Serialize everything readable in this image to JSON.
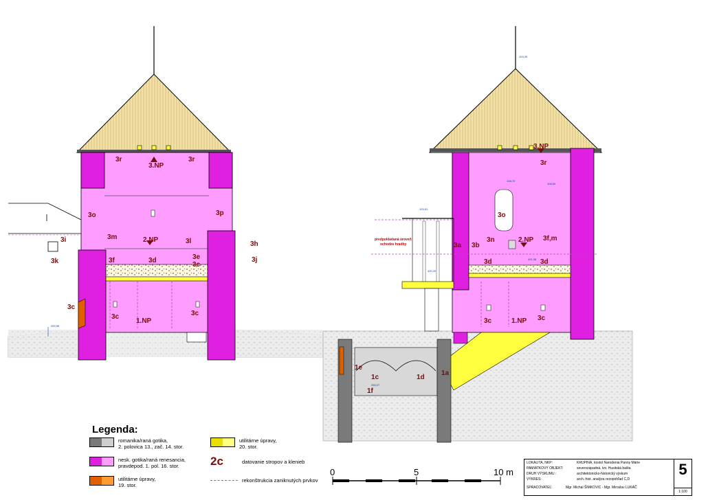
{
  "left_section": {
    "labels": {
      "r1": "3r",
      "np3": "3.NP",
      "r2": "3r",
      "o": "3o",
      "p": "3p",
      "i": "3i",
      "k": "3k",
      "h": "3h",
      "j": "3j",
      "m": "3m",
      "np2": "2.NP",
      "l": "3l",
      "f": "3f",
      "d": "3d",
      "e": "3e",
      "c_small": "3c",
      "c_orange": "3c",
      "c_left": "3c",
      "np1": "1.NP",
      "c_right": "3c"
    },
    "elevation": "259,96"
  },
  "right_section": {
    "labels": {
      "np3": "3.NP",
      "r": "3r",
      "o": "3o",
      "a": "3a",
      "b": "3b",
      "n": "3n",
      "np2": "2.NP",
      "fm": "3f,m",
      "d1": "3d",
      "d2": "3d",
      "c1": "3c",
      "np1": "1.NP",
      "c2": "3c",
      "e1": "1e",
      "c1b": "1c",
      "d1b": "1d",
      "a1": "1a",
      "f1": "1f"
    },
    "annotation_line1": "predpokladaná úroveň",
    "annotation_line2": "ochodze hradby",
    "elevations": [
      "103,39",
      "108,70",
      "108,50",
      "103,51",
      "401,38",
      "400,20",
      "256,07",
      "259,96"
    ]
  },
  "legend": {
    "title": "Legenda:",
    "items": [
      {
        "text1": "romanika/raná gotika,",
        "text2": "2. polovica 13., zač. 14. stor.",
        "colors": [
          "#7a7a7a",
          "#cfcfcf"
        ]
      },
      {
        "text1": "nesk. gotika/raná renesancia,",
        "text2": "pravdepod. 1. pol. 16. stor.",
        "colors": [
          "#e020e0",
          "#ff9cff"
        ]
      },
      {
        "text1": "utilitárne úpravy,",
        "text2": "19. stor.",
        "colors": [
          "#e06000",
          "#ff9a30"
        ]
      },
      {
        "text1": "utilitárne úpravy,",
        "text2": "20. stor.",
        "colors": [
          "#e8e000",
          "#ffff80"
        ]
      }
    ],
    "code_sample": "2c",
    "code_text": "datovanie stropov a klenieb",
    "dash_text": "rekonštrukcia zaniknutých prvkov"
  },
  "scale_bar": {
    "ticks": [
      "0",
      "5",
      "10 m"
    ]
  },
  "title_block": {
    "rows": [
      {
        "key": "LOKALITA, NKP:",
        "value": "KRUPINA, kostol Narodenia Panny Márie"
      },
      {
        "key": "PAMIATKOVÝ OBJEKT:",
        "value": "severozápadná, tzv. Husitská bašta"
      },
      {
        "key": "DRUH VÝSKUMU :",
        "value": "architektonicko-historický výskum"
      },
      {
        "key": "VÝKRES:",
        "value": "arch.-hist. analýza rezopohľad C,D"
      },
      {
        "key": "SPRACOVATEĽ:",
        "value": "Mgr. Michal ŠIMKOVIC - Mgr. Miroslav LUKÁČ"
      }
    ],
    "sheet": "5",
    "scale": "1:100"
  },
  "colors": {
    "pink_wall": "#e020e0",
    "pink_fill": "#ff9cff",
    "grey_wall": "#7a7a7a",
    "grey_fill": "#cfcfcf",
    "orange": "#e06000",
    "yellow": "#ffff40",
    "roof": "#f0dca0",
    "label": "#7a0c0c"
  }
}
